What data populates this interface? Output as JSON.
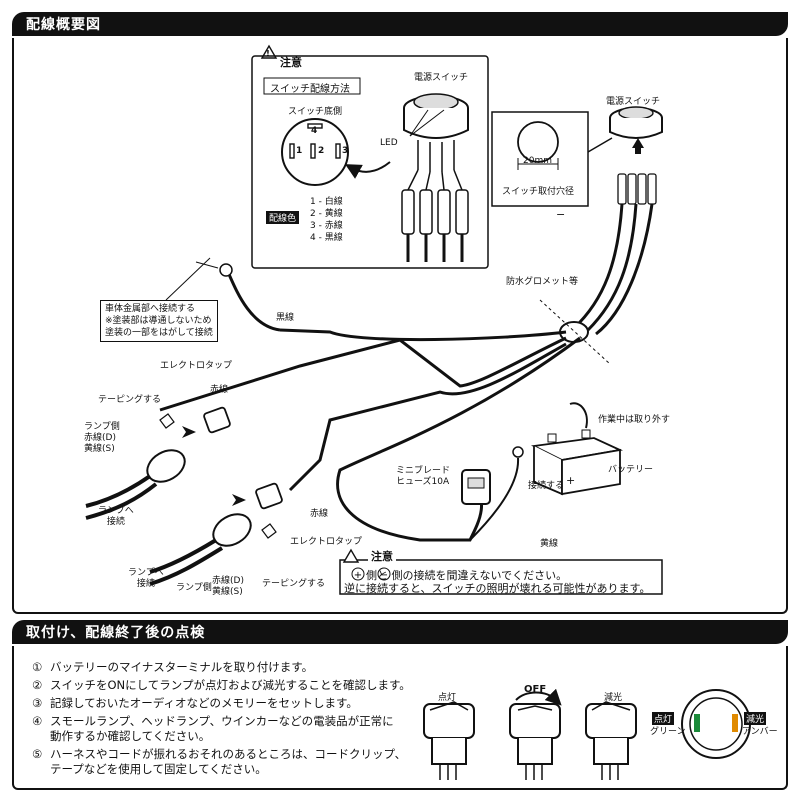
{
  "sections": {
    "wiring_title": "配線概要図",
    "check_title": "取付け、配線終了後の点検"
  },
  "caution_box": {
    "title": "注意",
    "method": "スイッチ配線方法",
    "switch_bottom": "スイッチ底側",
    "power_switch": "電源スイッチ",
    "led": "LED",
    "wire_color_label": "配線色",
    "pins": [
      "4",
      "1",
      "2",
      "3"
    ],
    "wires": [
      "1 - 白線",
      "2 - 黄線",
      "3 - 赤線",
      "4 - 黒線"
    ]
  },
  "mount": {
    "size": "20mm",
    "caption": "スイッチ取付穴径",
    "power_switch": "電源スイッチ"
  },
  "labels": {
    "grommet": "防水グロメット等",
    "ground_line1": "車体金属部へ接続する",
    "ground_line2": "※塗装部は導通しないため",
    "ground_line3": "塗装の一部をはがして接続",
    "black_wire": "黒線",
    "electrotap_1": "エレクトロタップ",
    "red_wire_1": "赤線",
    "taping_1": "テーピングする",
    "lamp_side_1": "ランプ側",
    "lamp_red_1": "赤線(D)",
    "lamp_yellow_1": "黄線(S)",
    "to_lamp_1a": "ランプへ",
    "to_lamp_1b": "接続",
    "red_wire_2": "赤線",
    "electrotap_2": "エレクトロタップ",
    "taping_2": "テーピングする",
    "to_lamp_2a": "ランプへ",
    "to_lamp_2b": "接続",
    "lamp_side_2": "ランプ側",
    "lamp_red_2": "赤線(D)",
    "lamp_yellow_2": "黄線(S)",
    "fuse_1": "ミニブレード",
    "fuse_2": "ヒューズ10A",
    "yellow_wire": "黄線",
    "battery": "バッテリー",
    "connect_plus": "接続する",
    "remove_during_work": "作業中は取り外す",
    "minus": "−",
    "plus": "+"
  },
  "warning": {
    "title": "注意",
    "line1": "側と    側の接続を間違えないでください。",
    "line2": "逆に接続すると、スイッチの照明が壊れる可能性があります。"
  },
  "steps": [
    {
      "num": "①",
      "text": "バッテリーのマイナスターミナルを取り付けます。"
    },
    {
      "num": "②",
      "text": "スイッチをONにしてランプが点灯および減光することを確認します。"
    },
    {
      "num": "③",
      "text": "記録しておいたオーディオなどのメモリーをセットします。"
    },
    {
      "num": "④",
      "text": "スモールランプ、ヘッドランプ、ウインカーなどの電装品が正常に"
    },
    {
      "num": "",
      "text": "動作するか確認してください。"
    },
    {
      "num": "⑤",
      "text": "ハーネスやコードが振れるおそれのあるところは、コードクリップ、"
    },
    {
      "num": "",
      "text": "テープなどを使用して固定してください。"
    }
  ],
  "switch_states": {
    "on": "点灯",
    "off": "OFF",
    "dim": "減光",
    "green_tag": "点灯",
    "green": "グリーン",
    "amber_tag": "減光",
    "amber": "アンバー"
  }
}
